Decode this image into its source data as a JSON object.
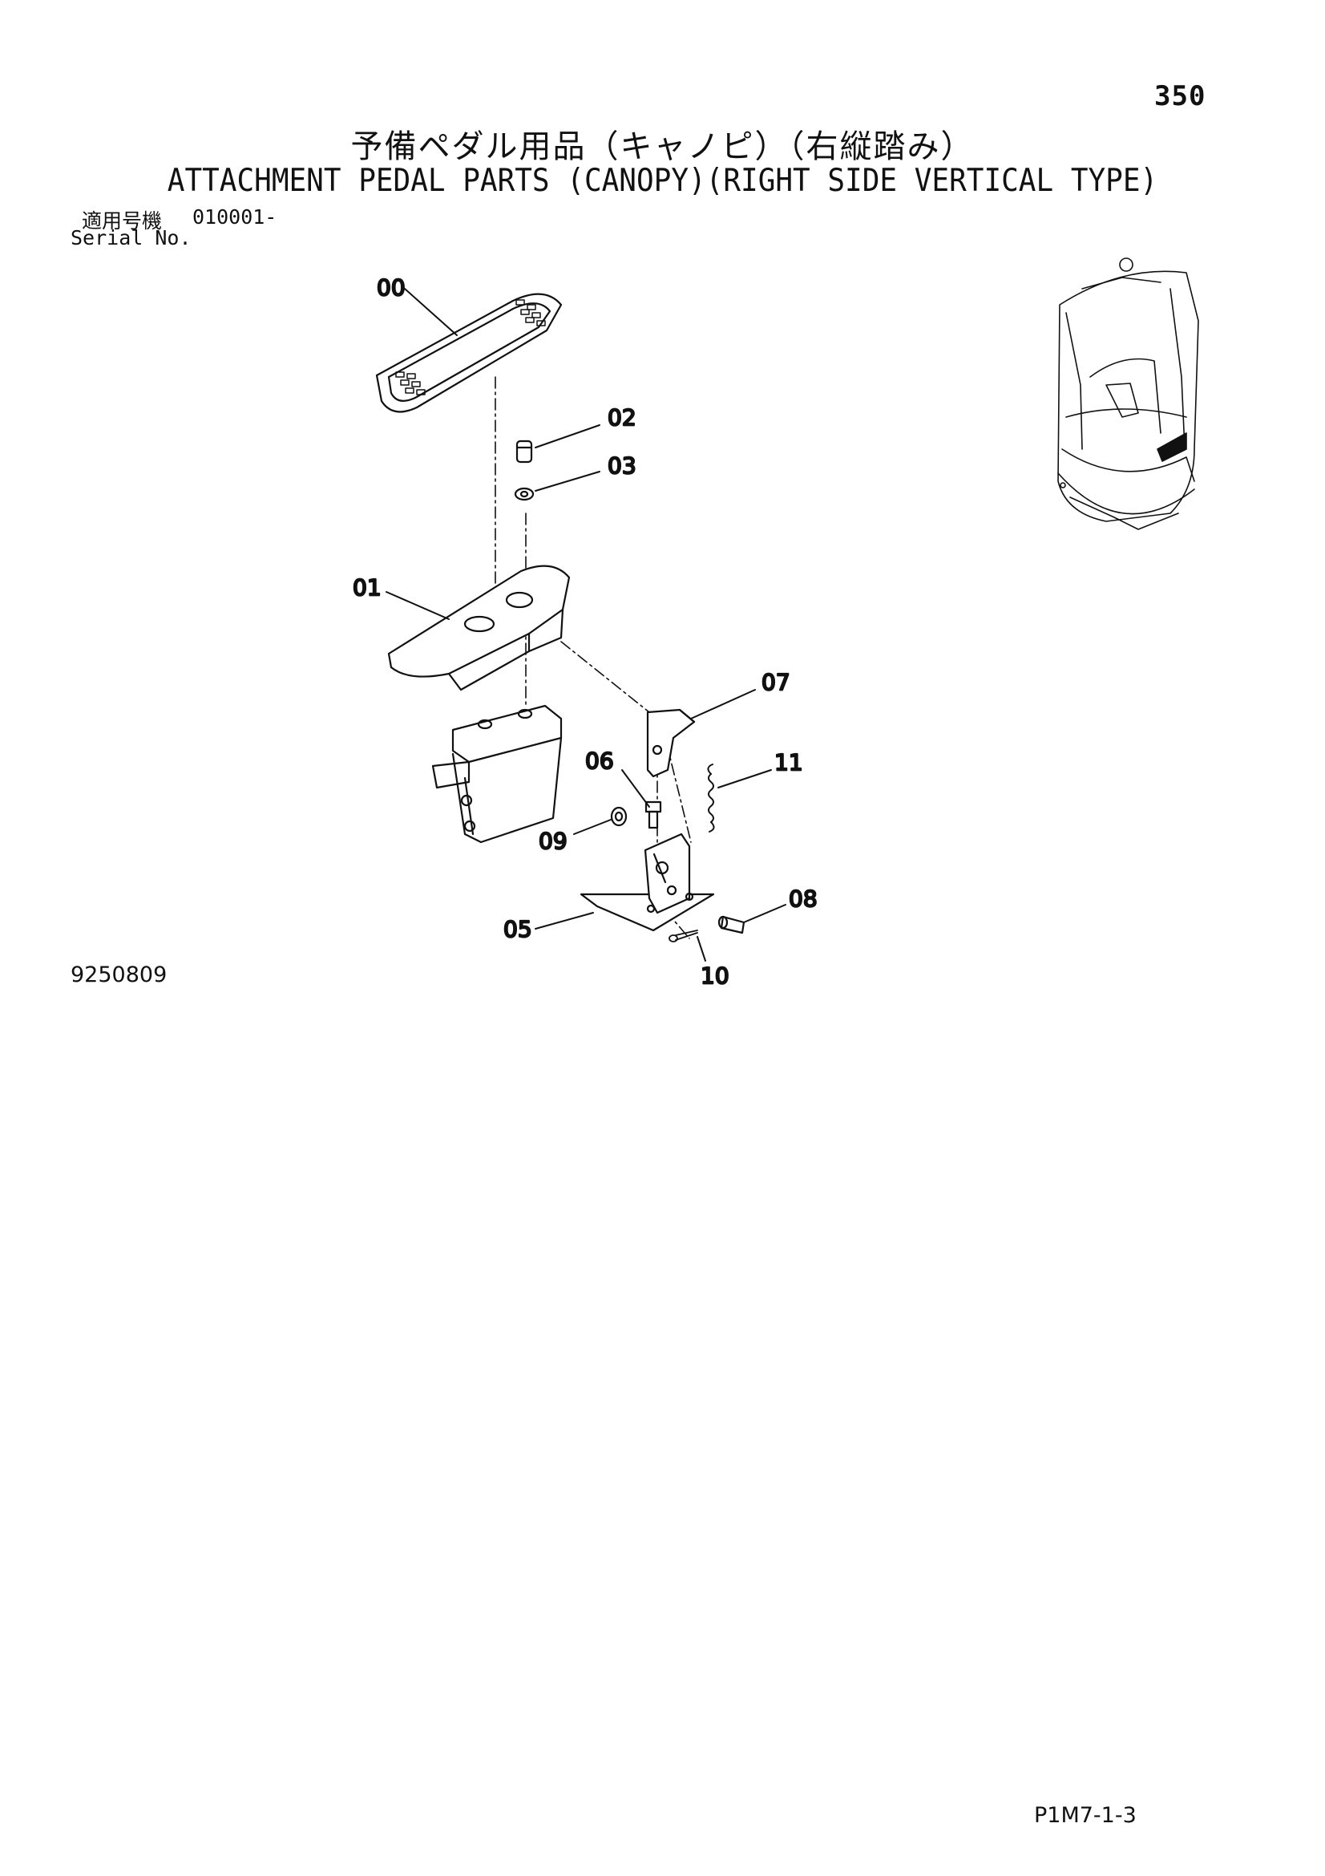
{
  "header": {
    "page_number": "350",
    "title_jp": "予備ペダル用品（キャノピ）（右縦踏み）",
    "title_en": "ATTACHMENT PEDAL PARTS (CANOPY)(RIGHT SIDE VERTICAL TYPE)",
    "serial_label_jp": "適用号機",
    "serial_value": "010001-",
    "serial_label_en": "Serial No."
  },
  "diagram": {
    "callouts": [
      "00",
      "02",
      "03",
      "01",
      "07",
      "06",
      "11",
      "09",
      "08",
      "05",
      "10"
    ]
  },
  "footer": {
    "reference_number": "9250809",
    "page_code": "P1M7-1-3"
  }
}
